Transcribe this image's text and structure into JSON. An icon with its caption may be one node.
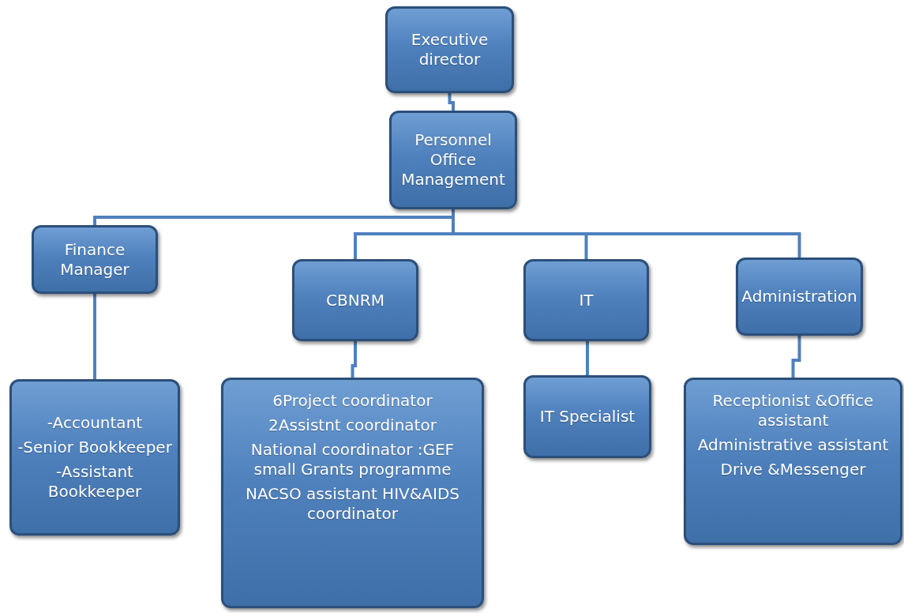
{
  "diagram": {
    "nodes": [
      {
        "text": [
          "Executive director"
        ]
      },
      {
        "text": [
          "Personnel Office Management"
        ]
      },
      {
        "text": [
          "Finance Manager"
        ]
      },
      {
        "text": [
          "CBNRM"
        ]
      },
      {
        "text": [
          "IT"
        ]
      },
      {
        "text": [
          "Administration"
        ]
      },
      {
        "text": [
          "-Accountant",
          "-Senior Bookkeeper",
          "-Assistant Bookkeeper"
        ]
      },
      {
        "text": [
          "6Project coordinator",
          "2Assistnt coordinator",
          "National coordinator :GEF small Grants programme",
          "NACSO assistant HIV&AIDS coordinator"
        ]
      },
      {
        "text": [
          "IT Specialist"
        ]
      },
      {
        "text": [
          "Receptionist &Office assistant",
          "Administrative assistant",
          "Drive &Messenger"
        ]
      }
    ],
    "edges": [
      {
        "from": 0,
        "to": 1,
        "arrow": "none"
      },
      {
        "from": 1,
        "to": 2,
        "arrow": "none"
      },
      {
        "from": 1,
        "to": 3,
        "arrow": "none"
      },
      {
        "from": 1,
        "to": 4,
        "arrow": "none"
      },
      {
        "from": 1,
        "to": 5,
        "arrow": "none"
      },
      {
        "from": 2,
        "to": 6,
        "arrow": "none"
      },
      {
        "from": 3,
        "to": 7,
        "arrow": "none"
      },
      {
        "from": 4,
        "to": 8,
        "arrow": "none"
      },
      {
        "from": 5,
        "to": 9,
        "arrow": "none"
      }
    ]
  }
}
